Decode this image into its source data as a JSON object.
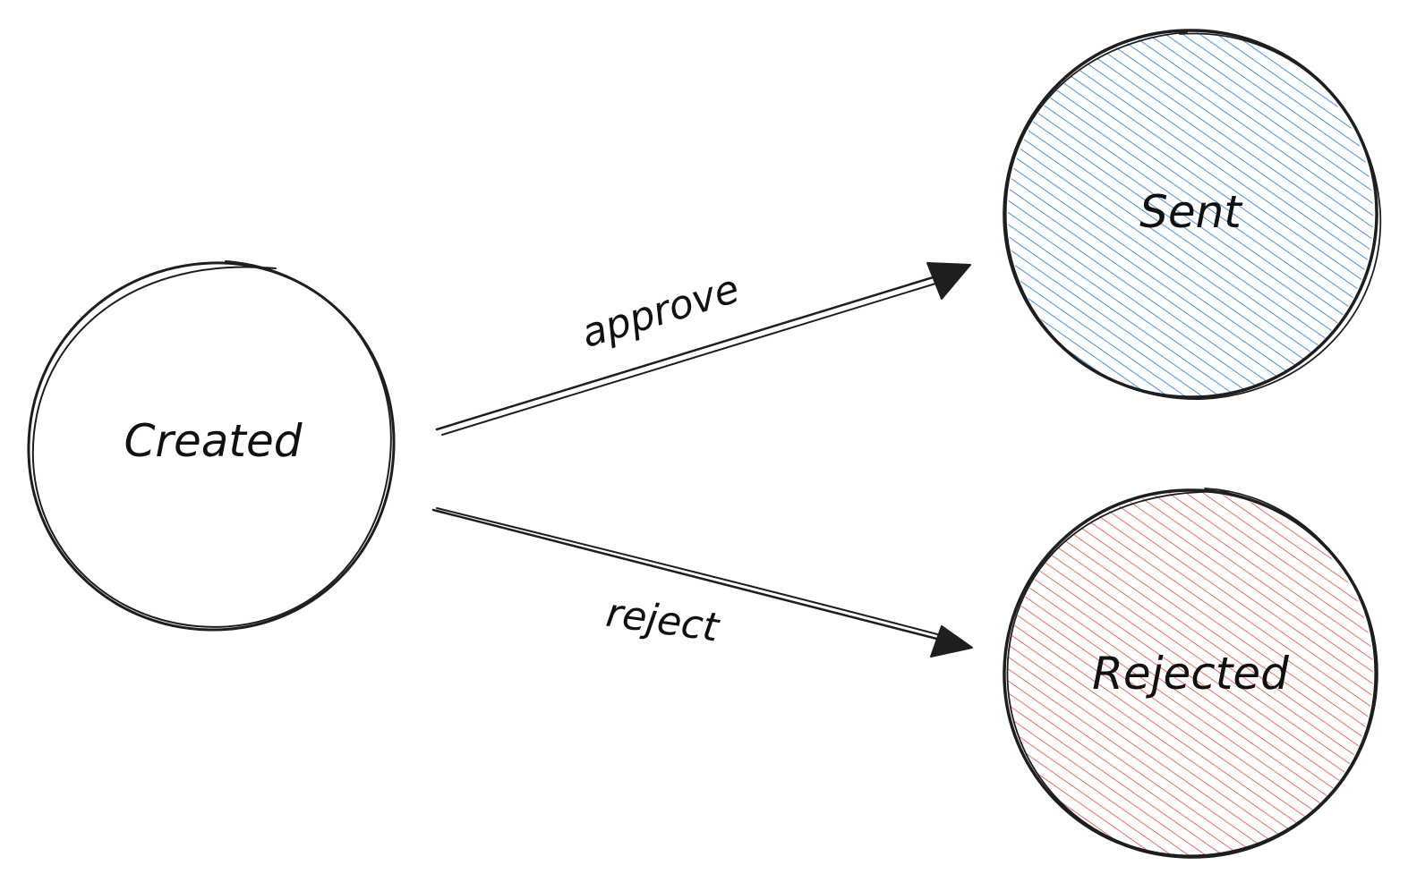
{
  "nodes": {
    "created": {
      "label": "Created",
      "fill": "none"
    },
    "sent": {
      "label": "Sent",
      "fill": "#4a90e2"
    },
    "rejected": {
      "label": "Rejected",
      "fill": "#ec6b6b"
    }
  },
  "edges": {
    "approve": {
      "label": "approve",
      "from": "created",
      "to": "sent"
    },
    "reject": {
      "label": "reject",
      "from": "created",
      "to": "rejected"
    }
  },
  "colors": {
    "stroke": "#1e1e1e",
    "sent_hatch": "#4a90e2",
    "rejected_hatch": "#ec6b6b"
  }
}
